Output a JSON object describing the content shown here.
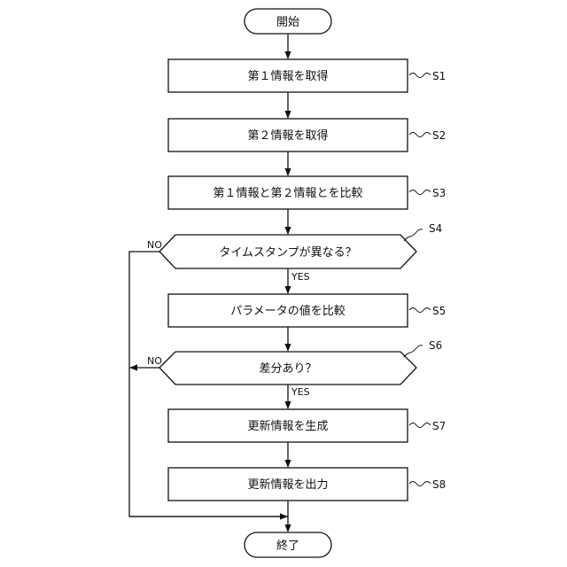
{
  "start": "開始",
  "end": "終了",
  "steps": [
    {
      "id": "S1",
      "text": "第１情報を取得"
    },
    {
      "id": "S2",
      "text": "第２情報を取得"
    },
    {
      "id": "S3",
      "text": "第１情報と第２情報とを比較"
    },
    {
      "id": "S4",
      "text": "タイムスタンプが異なる？"
    },
    {
      "id": "S5",
      "text": "パラメータの値を比較"
    },
    {
      "id": "S6",
      "text": "差分あり？"
    },
    {
      "id": "S7",
      "text": "更新情報を生成"
    },
    {
      "id": "S8",
      "text": "更新情報を出力"
    }
  ],
  "branches": {
    "s4_yes": "YES",
    "s4_no": "NO",
    "s6_yes": "YES",
    "s6_no": "NO"
  }
}
